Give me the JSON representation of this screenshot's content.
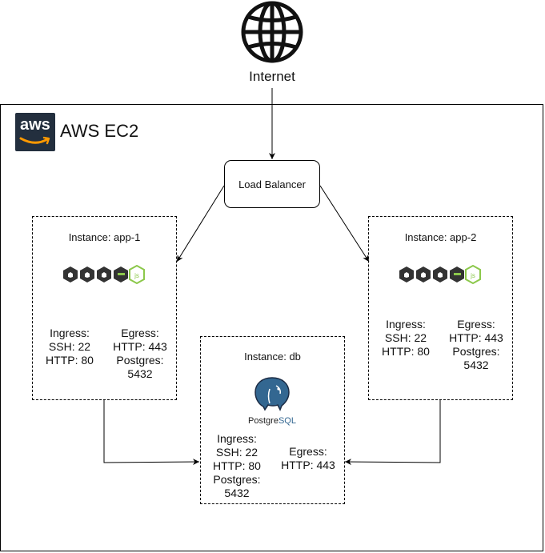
{
  "internet": {
    "label": "Internet",
    "icon": "globe-icon"
  },
  "cloud": {
    "title": "AWS EC2",
    "logo_text": "aws",
    "logo": "aws-logo-icon"
  },
  "load_balancer": {
    "label": "Load Balancer"
  },
  "instances": {
    "app1": {
      "title": "Instance: app-1",
      "ingress": [
        "Ingress:",
        "SSH: 22",
        "HTTP: 80"
      ],
      "egress": [
        "Egress:",
        "HTTP: 443",
        "Postgres:",
        "5432"
      ]
    },
    "app2": {
      "title": "Instance: app-2",
      "ingress": [
        "Ingress:",
        "SSH: 22",
        "HTTP: 80"
      ],
      "egress": [
        "Egress:",
        "HTTP: 443",
        "Postgres:",
        "5432"
      ]
    },
    "db": {
      "title": "Instance: db",
      "ingress": [
        "Ingress:",
        "SSH: 22",
        "HTTP: 80",
        "Postgres:",
        "5432"
      ],
      "egress": [
        "Egress:",
        "HTTP: 443"
      ]
    }
  },
  "logos": {
    "node": "nodejs-logo-icon",
    "postgres_text_a": "Postgre",
    "postgres_text_b": "SQL"
  },
  "colors": {
    "aws_bg": "#232f3e",
    "aws_smile": "#ff9900",
    "node_dark": "#333333",
    "node_green": "#8cc84b",
    "pg_blue": "#336791"
  }
}
